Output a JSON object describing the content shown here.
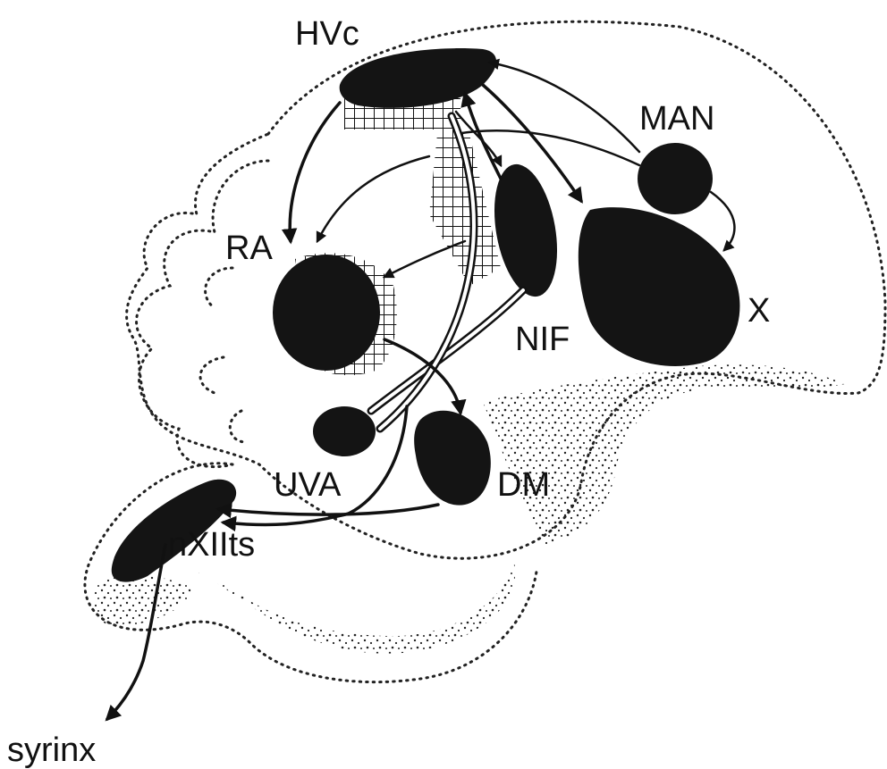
{
  "labels": {
    "hvc": "HVc",
    "man": "MAN",
    "ra": "RA",
    "x": "X",
    "nif": "NIF",
    "uva": "UVA",
    "dm": "DM",
    "nxiits": "nXIIts",
    "syrinx": "syrinx"
  },
  "colors": {
    "nucleus": "#141414",
    "line": "#111111",
    "background": "#ffffff"
  }
}
